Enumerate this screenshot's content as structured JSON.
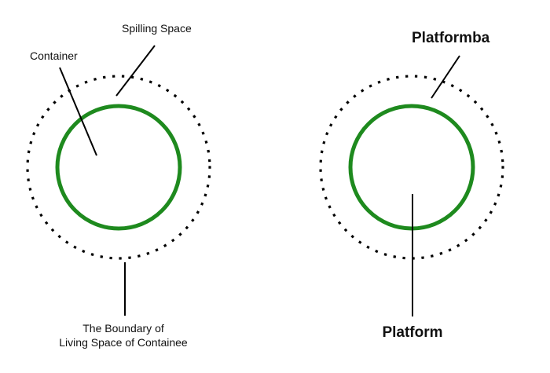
{
  "colors": {
    "background": "#ffffff",
    "inner_circle": "#1e8a1e",
    "dotted_boundary": "#000000",
    "leader_line": "#000000",
    "text": "#111111"
  },
  "left_diagram": {
    "labels": {
      "spilling_space": "Spilling Space",
      "container": "Container",
      "boundary_line1": "The Boundary of",
      "boundary_line2": "Living Space of Containee"
    }
  },
  "right_diagram": {
    "labels": {
      "platformba": "Platformba",
      "platform": "Platform"
    }
  }
}
